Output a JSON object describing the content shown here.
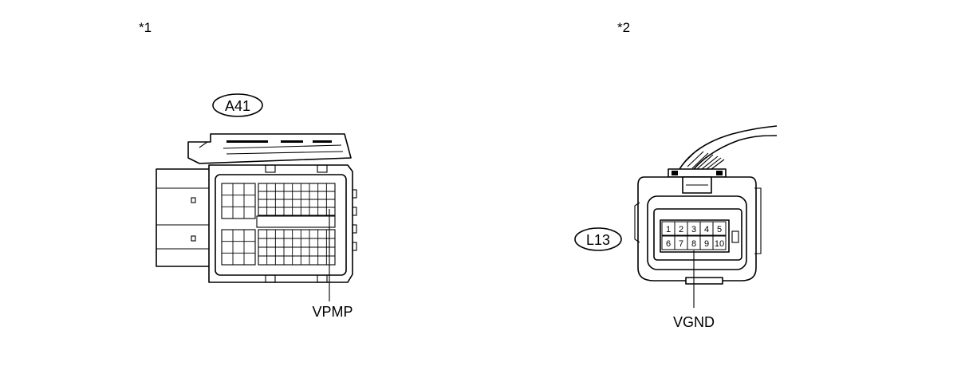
{
  "views": [
    {
      "marker": "*1",
      "connector_code": "A41",
      "terminal_label": "VPMP"
    },
    {
      "marker": "*2",
      "connector_code": "L13",
      "terminal_label": "VGND",
      "pins_top": [
        "1",
        "2",
        "3",
        "4",
        "5"
      ],
      "pins_bottom": [
        "6",
        "7",
        "8",
        "9",
        "10"
      ]
    }
  ]
}
